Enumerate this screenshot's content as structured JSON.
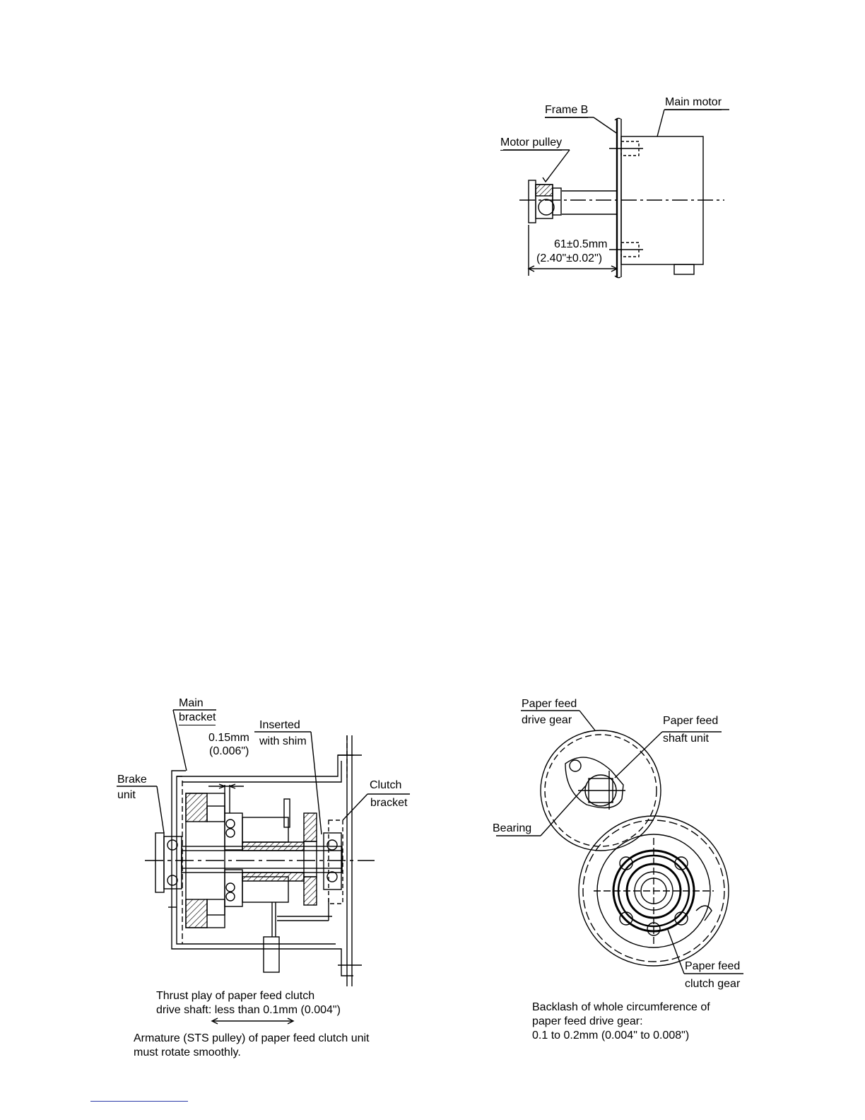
{
  "motor_figure": {
    "frame_b": "Frame B",
    "main_motor": "Main motor",
    "motor_pulley": "Motor pulley",
    "dim_mm": "61±0.5mm",
    "dim_in": "(2.40\"±0.02\")"
  },
  "clutch_figure": {
    "main_bracket_1": "Main",
    "main_bracket_2": "bracket",
    "inserted_1": "Inserted",
    "inserted_2": "with shim",
    "gap_mm": "0.15mm",
    "gap_in": "(0.006\")",
    "brake_1": "Brake",
    "brake_2": "unit",
    "clutch_bracket_1": "Clutch",
    "clutch_bracket_2": "bracket",
    "thrust_1": "Thrust play of paper feed clutch",
    "thrust_2": "drive shaft: less than 0.1mm (0.004\")",
    "armature_1": "Armature (STS pulley) of paper feed clutch unit",
    "armature_2": "must rotate smoothly."
  },
  "gear_figure": {
    "drive_gear_1": "Paper feed",
    "drive_gear_2": "drive gear",
    "shaft_unit_1": "Paper feed",
    "shaft_unit_2": "shaft unit",
    "bearing": "Bearing",
    "clutch_gear_1": "Paper feed",
    "clutch_gear_2": "clutch gear",
    "backlash_1": "Backlash of whole circumference of",
    "backlash_2": "paper feed drive gear:",
    "backlash_3": "0.1 to 0.2mm (0.004\" to 0.008\")"
  }
}
